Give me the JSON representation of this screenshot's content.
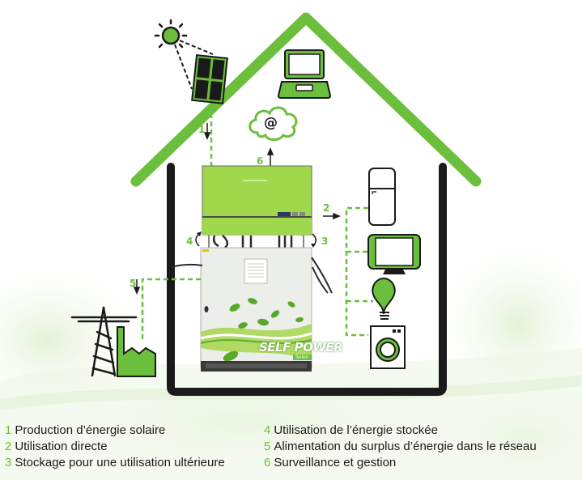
{
  "diagram": {
    "colors": {
      "accent": "#6cbf3c",
      "outline": "#1a1a1a",
      "panel": "#1a1a1a",
      "inverter": "#9fd84a"
    },
    "labels": {
      "flow_1": "1",
      "flow_2": "2",
      "flow_3": "3",
      "flow_4": "4",
      "flow_5": "5",
      "flow_6": "6",
      "cloud_symbol": "@",
      "brand_line1": "SELF POWER",
      "brand_line2": "Solon"
    },
    "devices": [
      "sun",
      "solar-panel",
      "laptop",
      "cloud",
      "inverter",
      "battery-cabinet",
      "fridge",
      "tv",
      "light-bulb",
      "washing-machine",
      "power-pylon",
      "factory"
    ]
  },
  "legend": {
    "left": [
      {
        "num": "1",
        "text": "Production d’énergie solaire"
      },
      {
        "num": "2",
        "text": "Utilisation directe"
      },
      {
        "num": "3",
        "text": "Stockage pour une utilisation ultérieure"
      }
    ],
    "right": [
      {
        "num": "4",
        "text": "Utilisation de l’énergie stockée"
      },
      {
        "num": "5",
        "text": "Alimentation du surplus d’énergie dans le réseau"
      },
      {
        "num": "6",
        "text": "Surveillance et gestion"
      }
    ]
  }
}
